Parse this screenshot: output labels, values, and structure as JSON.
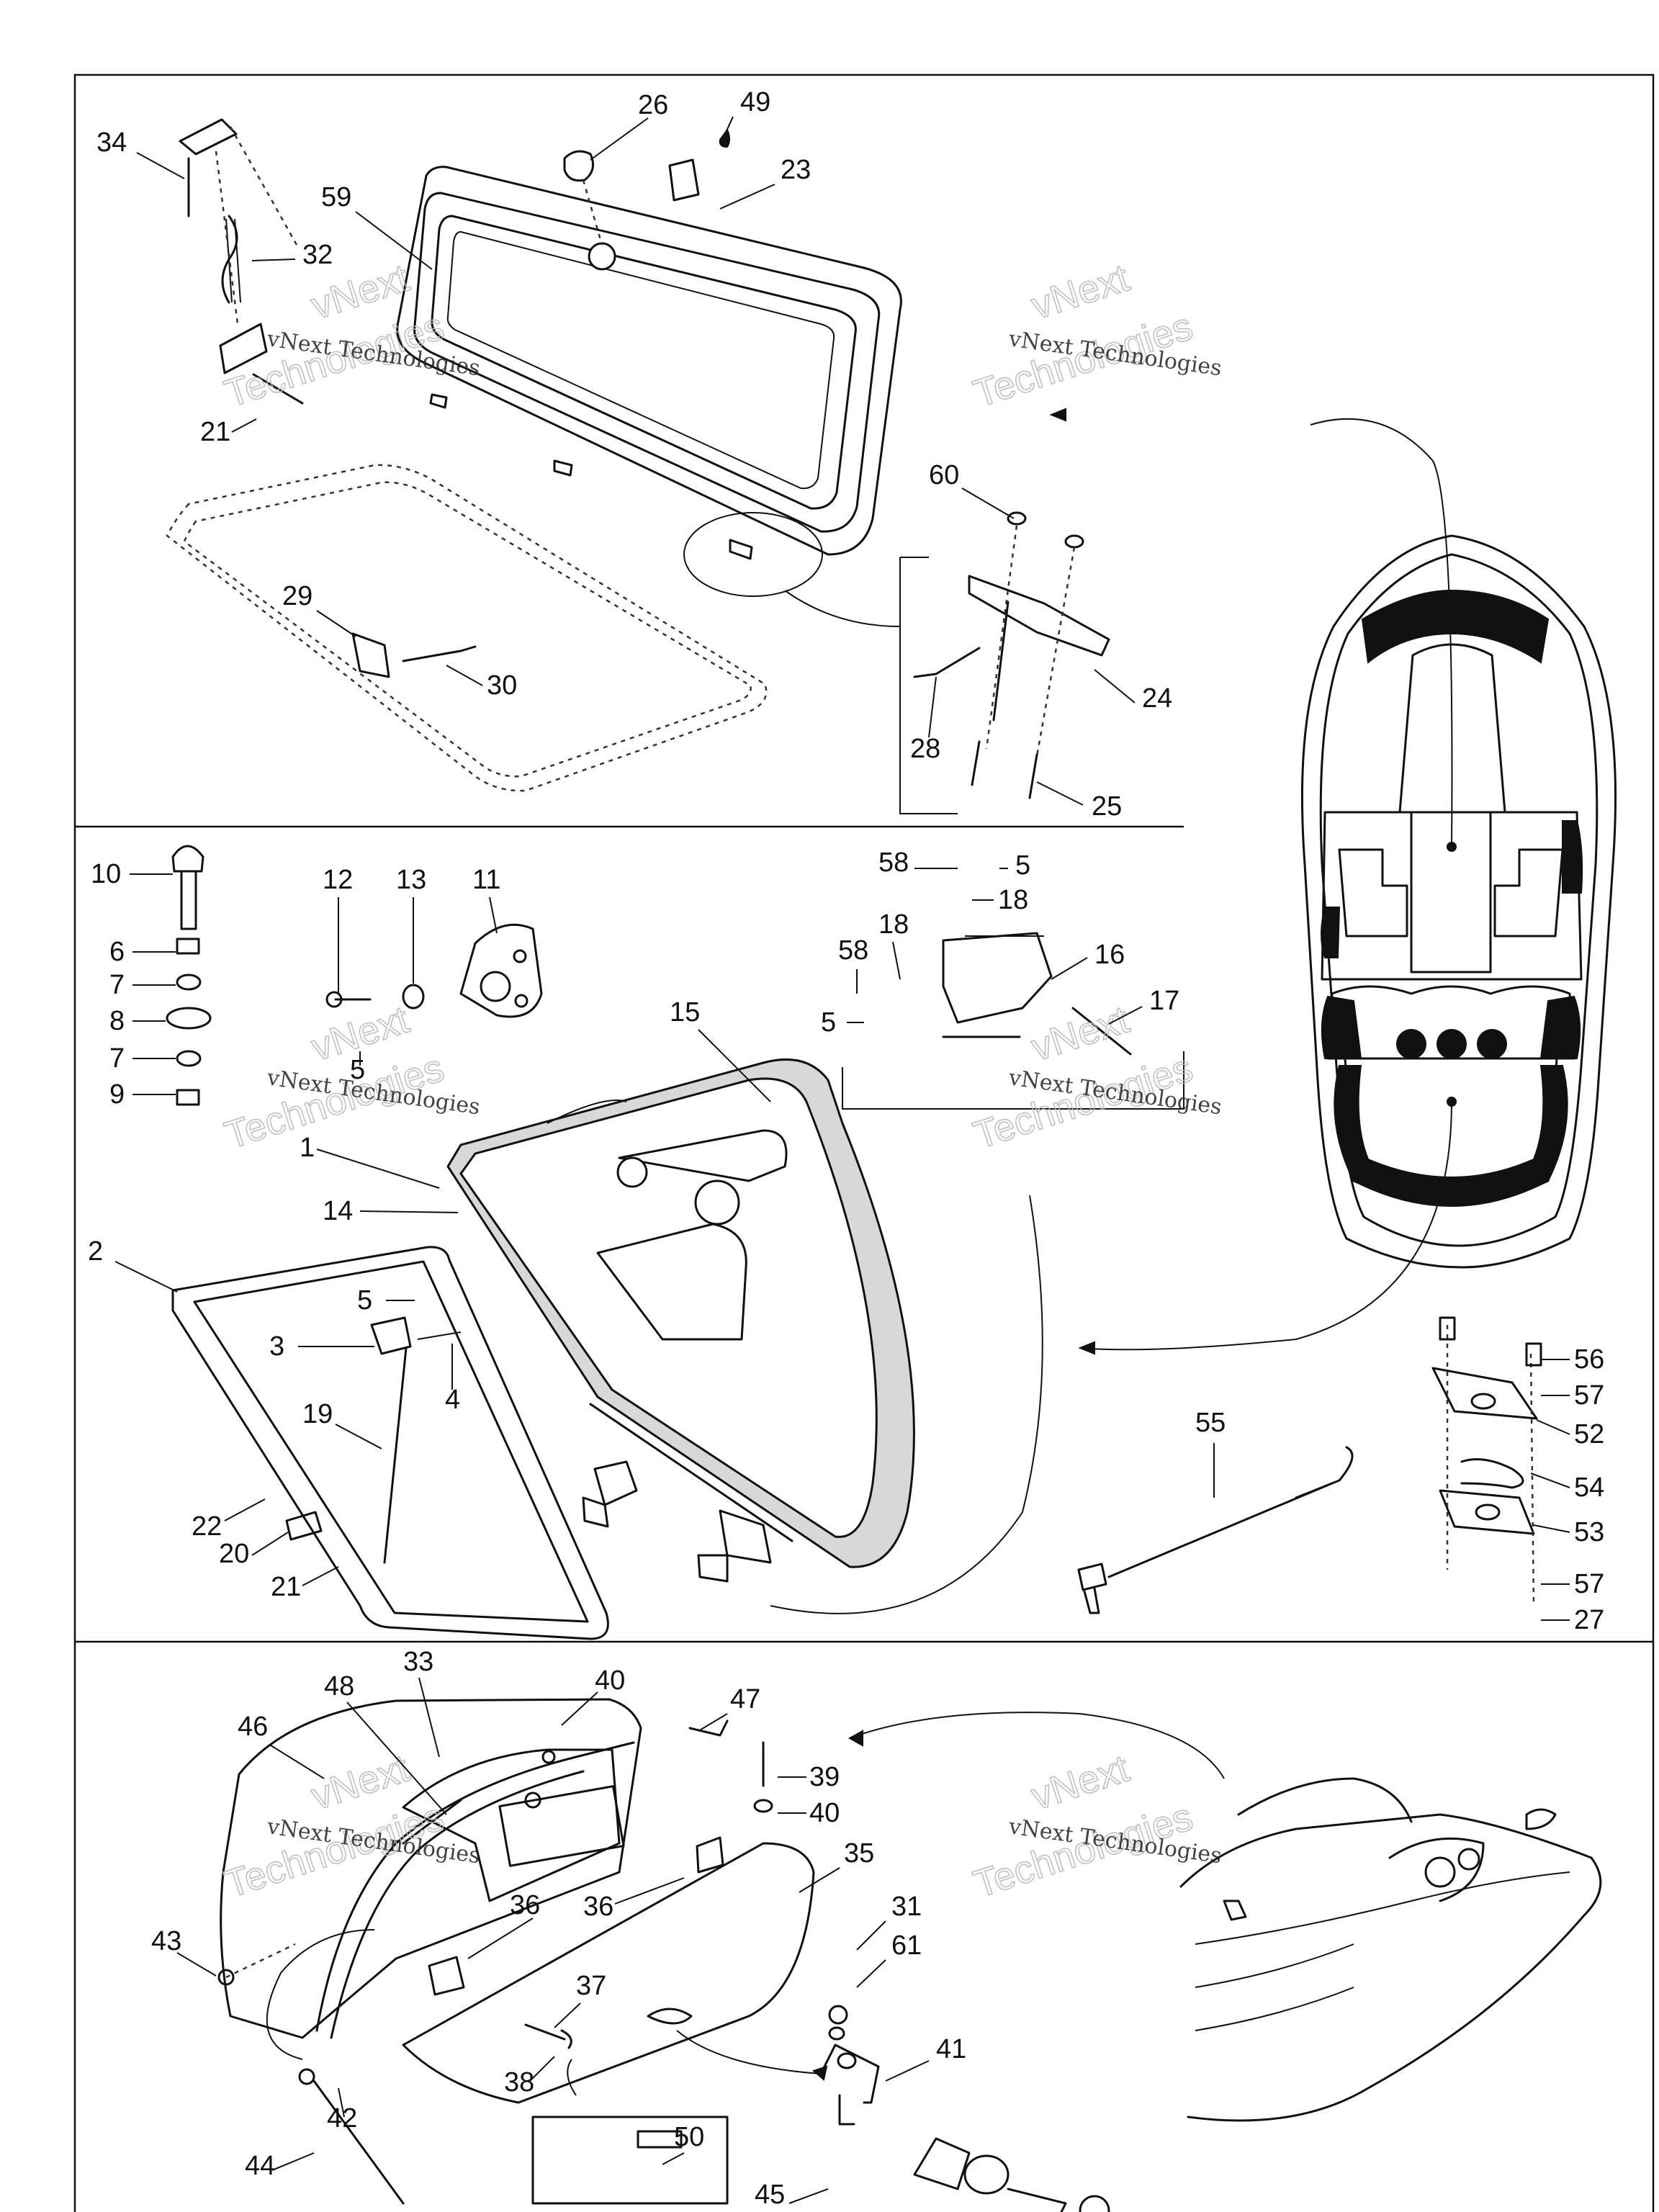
{
  "watermark": {
    "line1": "vNext Technologies",
    "line2a": "vNext",
    "line2b": "Technologies"
  },
  "callouts": [
    {
      "n": "34"
    },
    {
      "n": "32"
    },
    {
      "n": "21"
    },
    {
      "n": "59"
    },
    {
      "n": "26"
    },
    {
      "n": "49"
    },
    {
      "n": "23"
    },
    {
      "n": "60"
    },
    {
      "n": "29"
    },
    {
      "n": "30"
    },
    {
      "n": "28"
    },
    {
      "n": "24"
    },
    {
      "n": "25"
    },
    {
      "n": "10"
    },
    {
      "n": "6"
    },
    {
      "n": "7"
    },
    {
      "n": "8"
    },
    {
      "n": "7"
    },
    {
      "n": "9"
    },
    {
      "n": "12"
    },
    {
      "n": "13"
    },
    {
      "n": "11"
    },
    {
      "n": "5"
    },
    {
      "n": "15"
    },
    {
      "n": "58"
    },
    {
      "n": "5"
    },
    {
      "n": "18"
    },
    {
      "n": "16"
    },
    {
      "n": "58"
    },
    {
      "n": "18"
    },
    {
      "n": "5"
    },
    {
      "n": "17"
    },
    {
      "n": "1"
    },
    {
      "n": "14"
    },
    {
      "n": "2"
    },
    {
      "n": "5"
    },
    {
      "n": "3"
    },
    {
      "n": "4"
    },
    {
      "n": "19"
    },
    {
      "n": "22"
    },
    {
      "n": "20"
    },
    {
      "n": "21"
    },
    {
      "n": "55"
    },
    {
      "n": "56"
    },
    {
      "n": "57"
    },
    {
      "n": "52"
    },
    {
      "n": "54"
    },
    {
      "n": "53"
    },
    {
      "n": "57"
    },
    {
      "n": "27"
    },
    {
      "n": "33"
    },
    {
      "n": "48"
    },
    {
      "n": "40"
    },
    {
      "n": "46"
    },
    {
      "n": "47"
    },
    {
      "n": "39"
    },
    {
      "n": "40"
    },
    {
      "n": "35"
    },
    {
      "n": "36"
    },
    {
      "n": "43"
    },
    {
      "n": "36"
    },
    {
      "n": "37"
    },
    {
      "n": "38"
    },
    {
      "n": "42"
    },
    {
      "n": "31"
    },
    {
      "n": "61"
    },
    {
      "n": "41"
    },
    {
      "n": "44"
    },
    {
      "n": "50"
    },
    {
      "n": "45"
    }
  ]
}
